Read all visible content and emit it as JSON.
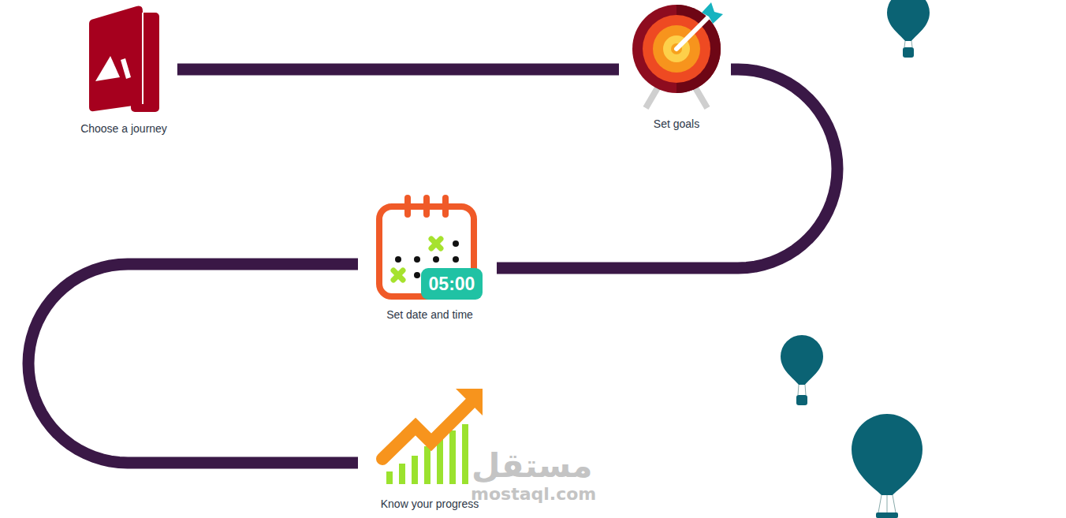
{
  "diagram": {
    "nodes": [
      {
        "text": [
          "Choose a journey"
        ]
      },
      {
        "text": [
          "Set goals"
        ]
      },
      {
        "text": [
          "05:00",
          "Set date and time"
        ]
      },
      {
        "text": [
          "Know your progress"
        ]
      }
    ],
    "edges": [
      {
        "from": 0,
        "to": 1,
        "arrow": "none"
      },
      {
        "from": 1,
        "to": 2,
        "arrow": "none"
      },
      {
        "from": 2,
        "to": 3,
        "arrow": "none"
      }
    ],
    "labels": [
      "مستقل",
      "mostaql.com"
    ]
  }
}
